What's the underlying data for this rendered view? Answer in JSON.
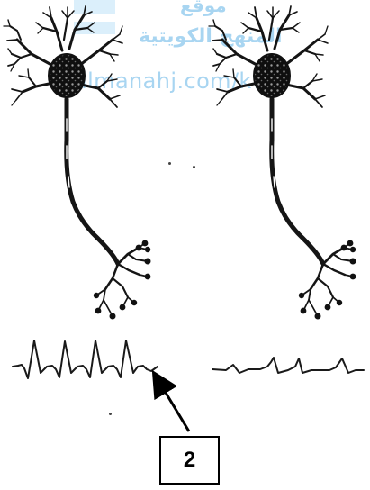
{
  "watermark": {
    "line1": "موقع",
    "line2": "المنهج الكويتية",
    "url": "almanahj.com/kw"
  },
  "figure": {
    "neurons": [
      {
        "id": "left",
        "signal": {
          "spike_count": 4,
          "frequency": "high"
        }
      },
      {
        "id": "right",
        "signal": {
          "spike_count": 3,
          "frequency": "low"
        }
      }
    ],
    "pointer": {
      "label": "2",
      "target": "left-neuron-signal"
    }
  },
  "colors": {
    "ink": "#1a1a1a",
    "background": "#ffffff",
    "watermark": "#6ab7e8"
  }
}
